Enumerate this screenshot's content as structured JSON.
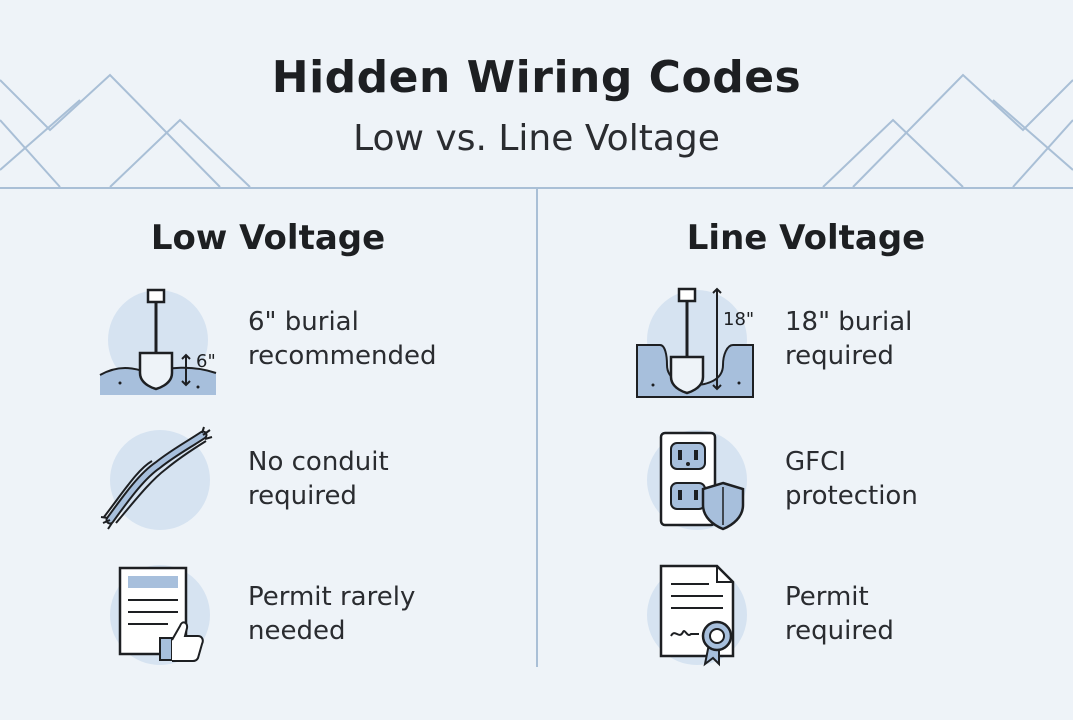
{
  "title": "Hidden Wiring Codes",
  "subtitle": "Low vs. Line Voltage",
  "columns": [
    {
      "heading": "Low Voltage",
      "items": [
        {
          "icon": "shovel-burial-icon",
          "badge": "6\"",
          "line1": "6\" burial",
          "line2": "recommended"
        },
        {
          "icon": "wire-bundle-icon",
          "line1": "No conduit",
          "line2": "required"
        },
        {
          "icon": "document-thumbs-up-icon",
          "line1": "Permit rarely",
          "line2": "needed"
        }
      ]
    },
    {
      "heading": "Line Voltage",
      "items": [
        {
          "icon": "shovel-burial-icon",
          "badge": "18\"",
          "line1": "18\" burial",
          "line2": "required"
        },
        {
          "icon": "outlet-shield-icon",
          "line1": "GFCI",
          "line2": "protection"
        },
        {
          "icon": "certificate-seal-icon",
          "line1": "Permit",
          "line2": "required"
        }
      ]
    }
  ],
  "colors": {
    "background": "#eef3f8",
    "accent": "#a9bfd6",
    "circle": "#d6e3f1",
    "fill": "#a7bfdc",
    "ink": "#1d1f22"
  }
}
